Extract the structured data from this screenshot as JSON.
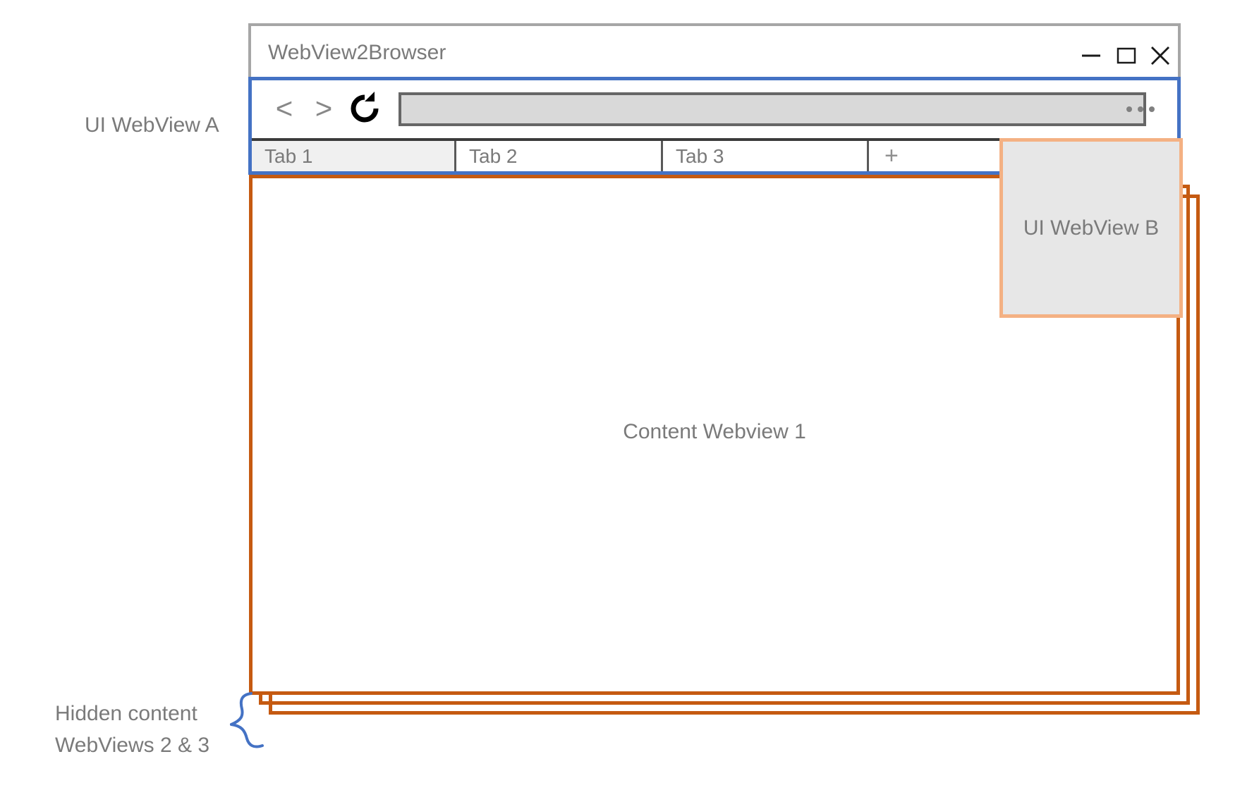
{
  "diagram": {
    "title": "WebView2Browser architecture diagram",
    "colors": {
      "ui_webview_border": "#4472c4",
      "content_webview_border": "#c55a11",
      "ui_webview_b_border": "#f4b183",
      "ui_webview_b_fill": "#e7e7e7",
      "window_frame": "#a6a6a6",
      "label_text": "#7a7a7a",
      "brace": "#4472c4",
      "address_bar_fill": "#d9d9d9",
      "address_bar_border": "#666666",
      "tab_separator": "#595959",
      "tab_strip_top_rule": "#3b3b3b",
      "active_tab_fill": "#f0f0f0"
    }
  },
  "annotations": {
    "ui_webview_a": "UI WebView A",
    "ui_webview_b": "UI WebView B",
    "hidden_content": "Hidden content\nWebViews 2 & 3",
    "content_webview_1": "Content Webview 1"
  },
  "window": {
    "title": "WebView2Browser",
    "controls": {
      "minimize": "minimize-icon",
      "maximize": "maximize-icon",
      "close": "close-icon"
    }
  },
  "toolbar": {
    "back": "<",
    "forward": ">",
    "reload": "reload-icon",
    "address_value": "",
    "address_placeholder": "",
    "menu": "more-options-icon"
  },
  "tabs": {
    "items": [
      {
        "label": "Tab 1",
        "active": true
      },
      {
        "label": "Tab 2",
        "active": false
      },
      {
        "label": "Tab 3",
        "active": false
      }
    ],
    "new_tab_label": "+"
  },
  "content_stack": {
    "count": 3,
    "visible_index": 1
  }
}
